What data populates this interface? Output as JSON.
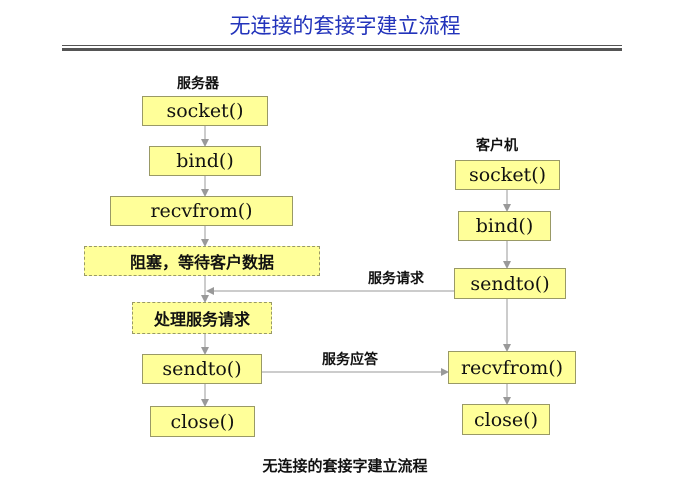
{
  "header": {
    "title": "无连接的套接字建立流程"
  },
  "server": {
    "label": "服务器",
    "steps": [
      "socket()",
      "bind()",
      "recvfrom()",
      "阻塞，等待客户数据",
      "处理服务请求",
      "sendto()",
      "close()"
    ]
  },
  "client": {
    "label": "客户机",
    "steps": [
      "socket()",
      "bind()",
      "sendto()",
      "recvfrom()",
      "close()"
    ]
  },
  "connections": {
    "request": "服务请求",
    "response": "服务应答"
  },
  "caption": "无连接的套接字建立流程",
  "colors": {
    "box_fill": "#ffff99",
    "title": "#2233bb",
    "line": "#999999"
  }
}
